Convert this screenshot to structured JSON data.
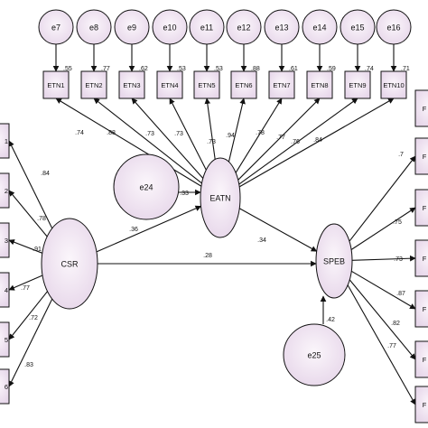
{
  "errors_top": [
    "e7",
    "e8",
    "e9",
    "e10",
    "e11",
    "e12",
    "e13",
    "e14",
    "e15",
    "e16"
  ],
  "etn_indicators": [
    "ETN1",
    "ETN2",
    "ETN3",
    "ETN4",
    "ETN5",
    "ETN6",
    "ETN7",
    "ETN8",
    "ETN9",
    "ETN10"
  ],
  "error_to_indicator_coefs": [
    ".55",
    ".77",
    ".62",
    ".53",
    ".53",
    ".88",
    ".61",
    ".59",
    ".74",
    ".71"
  ],
  "etn_loadings": [
    ".74",
    ".88",
    ".73",
    ".73",
    ".73",
    ".94",
    ".78",
    ".77",
    ".76",
    ".84"
  ],
  "latents": {
    "csr": "CSR",
    "eatn": "EATN",
    "speb": "SPEB"
  },
  "disturbances": {
    "e24": "e24",
    "e25": "e25"
  },
  "disturbance_coefs": {
    "e24": ".33",
    "e25": ".42"
  },
  "paths": {
    "csr_eatn": ".36",
    "eatn_speb": ".34",
    "csr_speb": ".28"
  },
  "csr_indicators": [
    "1",
    "2",
    "3",
    "4",
    "5",
    "6"
  ],
  "csr_loadings": [
    ".84",
    ".78",
    ".91",
    ".77",
    ".72",
    ".83"
  ],
  "speb_indicators": [
    "F",
    "F",
    "F",
    "F",
    "F",
    "F",
    "F"
  ],
  "speb_loadings": [
    ".7",
    ".75",
    ".73",
    ".87",
    ".82",
    ".77"
  ]
}
